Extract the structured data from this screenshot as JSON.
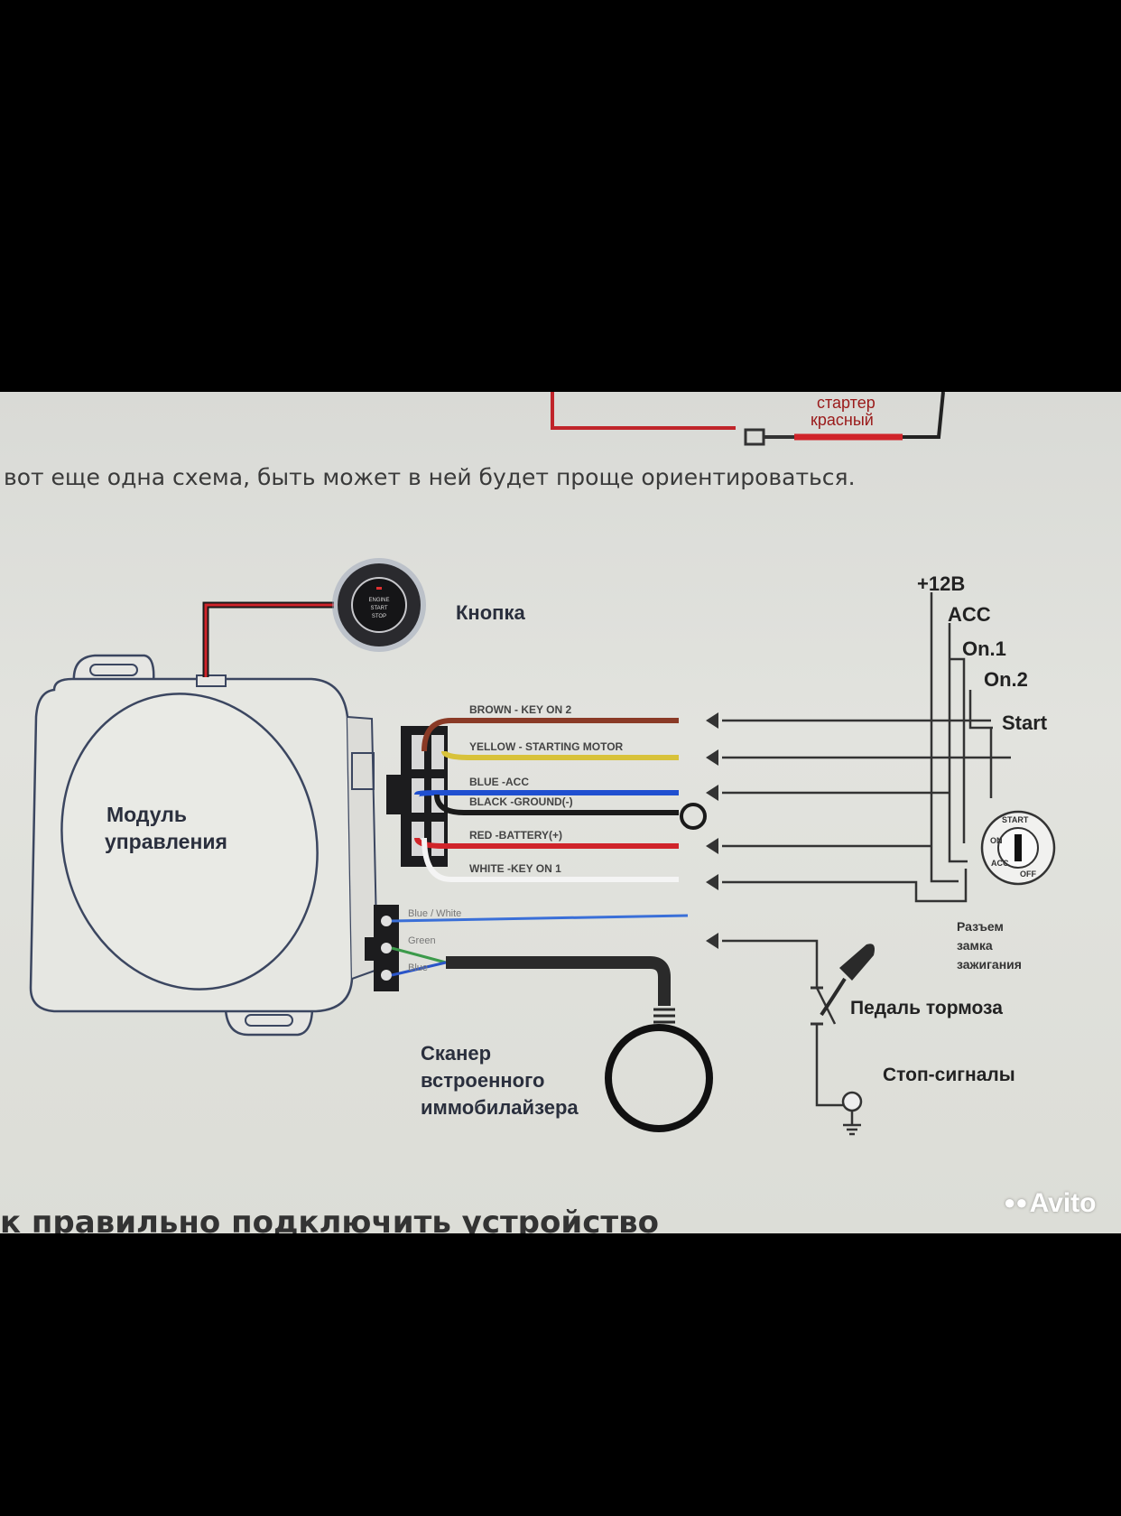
{
  "caption": "вот еще одна схема, быть может в ней будет проще ориентироваться.",
  "top_labels": {
    "starter": "стартер",
    "red": "красный"
  },
  "module_label": [
    "Модуль",
    "управления"
  ],
  "button_label": "Кнопка",
  "button_face": [
    "ENGINE",
    "START",
    "STOP"
  ],
  "wires": [
    {
      "label": "BROWN - KEY ON 2",
      "color": "#8a3a26"
    },
    {
      "label": "YELLOW - STARTING MOTOR",
      "color": "#d8c23a"
    },
    {
      "label": "BLUE    -ACC",
      "color": "#1f4fd0"
    },
    {
      "label": "BLACK  -GROUND(-)",
      "color": "#1a1a1a"
    },
    {
      "label": "RED      -BATTERY(+)",
      "color": "#d0242a"
    },
    {
      "label": "WHITE   -KEY ON 1",
      "color": "#f4f4f4"
    }
  ],
  "lower_wires": [
    {
      "label": "Blue / White",
      "color": "#3a6fd8"
    },
    {
      "label": "Green",
      "color": "#3b9a4a"
    },
    {
      "label": "Blue",
      "color": "#2a55c8"
    }
  ],
  "ignition_labels": [
    "+12В",
    "ACC",
    "On.1",
    "On.2",
    "Start"
  ],
  "ignition_key_labels": [
    "START",
    "ON",
    "ACC",
    "OFF"
  ],
  "connector_label": [
    "Разъем",
    "замка",
    "зажигания"
  ],
  "brake_label": "Педаль тормоза",
  "stop_label": "Стоп-сигналы",
  "scanner_label": [
    "Сканер",
    "встроенного",
    "иммобилайзера"
  ],
  "footer_heading": "к правильно подключить устройство",
  "watermark": "Avito"
}
